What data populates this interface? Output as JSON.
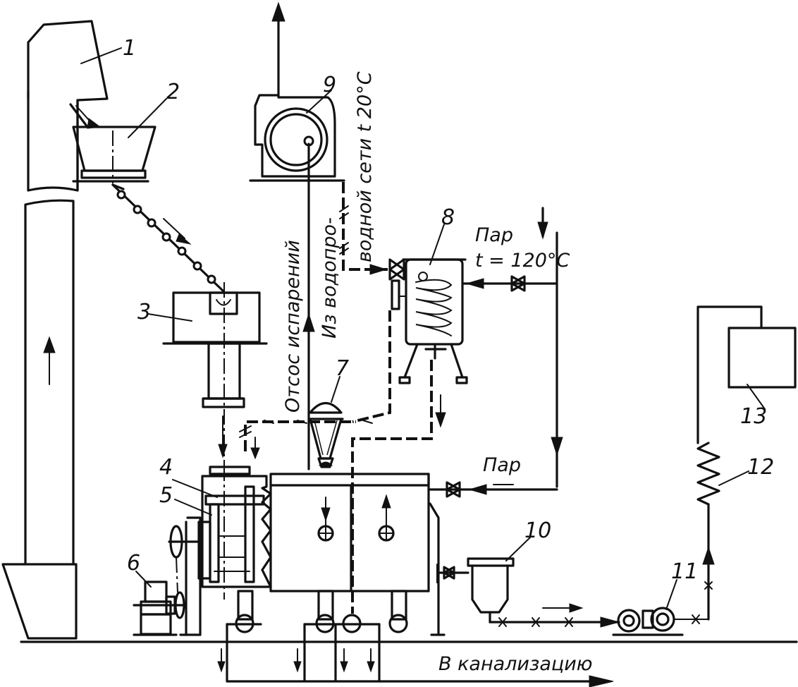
{
  "labels": {
    "n1": "1",
    "n2": "2",
    "n3": "3",
    "n4": "4",
    "n5": "5",
    "n6": "6",
    "n7": "7",
    "n8": "8",
    "n9": "9",
    "n10": "10",
    "n11": "11",
    "n12": "12",
    "n13": "13"
  },
  "text": {
    "steam_top": "Пар",
    "steam_temp": "t = 120°C",
    "steam_mid": "Пар",
    "exhaust": "Отсос испарений",
    "water_1": "Из водопро-",
    "water_2": "водной сети t 20°C",
    "sewer": "В канализацию"
  }
}
